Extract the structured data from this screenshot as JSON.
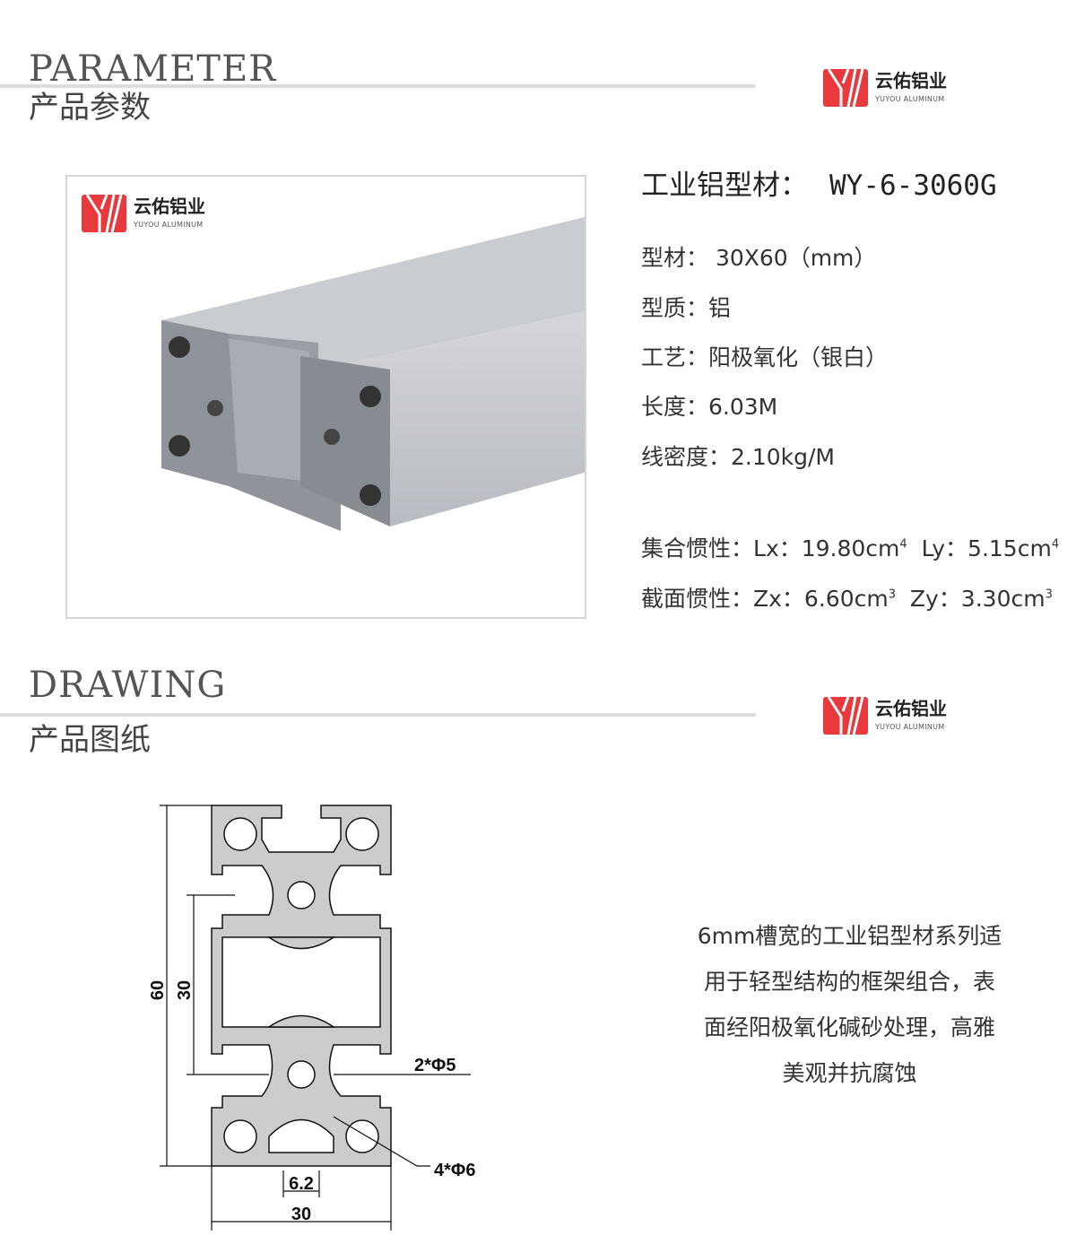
{
  "brand": {
    "name_cn": "云佑铝业",
    "name_en": "YUYOU ALUMINUM",
    "color": "#e8393d"
  },
  "parameter_section": {
    "title_en": "PARAMETER",
    "title_cn": "产品参数"
  },
  "drawing_section": {
    "title_en": "DRAWING",
    "title_cn": "产品图纸"
  },
  "specs": {
    "title_label": "工业铝型材：",
    "model": "WY-6-3060G",
    "rows": [
      "型材：  30X60（mm）",
      "型质：铝",
      "工艺：阳极氧化（银白）",
      "长度：6.03M",
      "线密度：2.10kg/M"
    ],
    "inertia_label": "集合惯性：",
    "lx": "Lx：19.80cm",
    "lx_exp": "4",
    "ly": "Ly：5.15cm",
    "ly_exp": "4",
    "section_label": "截面惯性：",
    "zx": "Zx：6.60cm",
    "zx_exp": "3",
    "zy": "Zy：3.30cm",
    "zy_exp": "3"
  },
  "drawing": {
    "height_total": "60",
    "height_inner": "30",
    "width": "30",
    "slot": "6.2",
    "hole_small": "2*Φ5",
    "hole_large": "4*Φ6"
  },
  "description": [
    "6mm槽宽的工业铝型材系列适",
    "用于轻型结构的框架组合，表",
    "面经阳极氧化碱砂处理，高雅",
    "美观并抗腐蚀"
  ]
}
